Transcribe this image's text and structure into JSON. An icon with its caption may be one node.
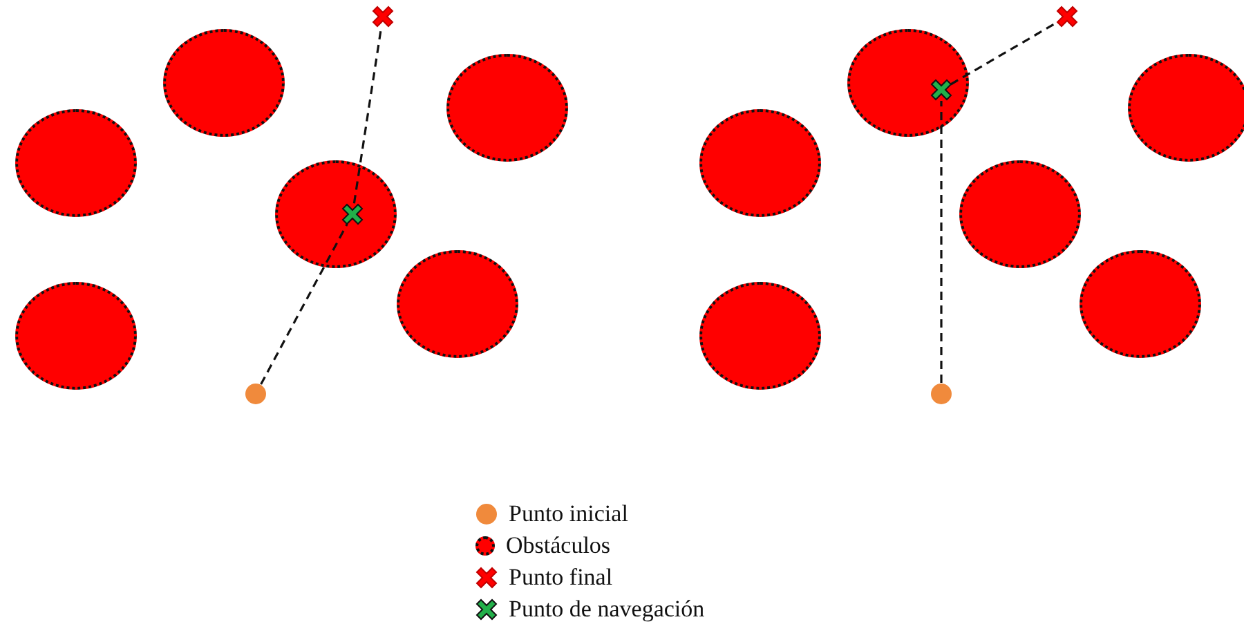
{
  "diagram": {
    "nodes": [
      {
        "text": [],
        "shape": "cross"
      },
      {
        "text": [],
        "shape": "circle"
      },
      {
        "text": [],
        "shape": "circle"
      },
      {
        "text": [],
        "shape": "circle"
      },
      {
        "text": [],
        "shape": "circle"
      },
      {
        "text": [],
        "shape": "cross",
        "in": 4
      },
      {
        "text": [],
        "shape": "circle"
      },
      {
        "text": [],
        "shape": "circle"
      },
      {
        "text": [],
        "shape": "circle"
      },
      {
        "text": [],
        "shape": "cross"
      },
      {
        "text": [],
        "shape": "circle"
      },
      {
        "text": [],
        "shape": "cross",
        "in": 10
      },
      {
        "text": [],
        "shape": "circle"
      },
      {
        "text": [],
        "shape": "circle"
      },
      {
        "text": [],
        "shape": "circle"
      },
      {
        "text": [],
        "shape": "circle"
      },
      {
        "text": [],
        "shape": "circle"
      },
      {
        "text": [],
        "shape": "circle"
      }
    ],
    "edges": [
      {
        "from": 8,
        "to": 5,
        "arrow": "none",
        "style": "dashed"
      },
      {
        "from": 5,
        "to": 0,
        "arrow": "none",
        "style": "dashed"
      },
      {
        "from": 17,
        "to": 11,
        "arrow": "none",
        "style": "dashed"
      },
      {
        "from": 11,
        "to": 9,
        "arrow": "none",
        "style": "dashed"
      }
    ],
    "legend": [
      {
        "text": "Punto inicial"
      },
      {
        "text": "Obstáculos"
      },
      {
        "text": "Punto final"
      },
      {
        "text": "Punto de navegación"
      }
    ]
  }
}
